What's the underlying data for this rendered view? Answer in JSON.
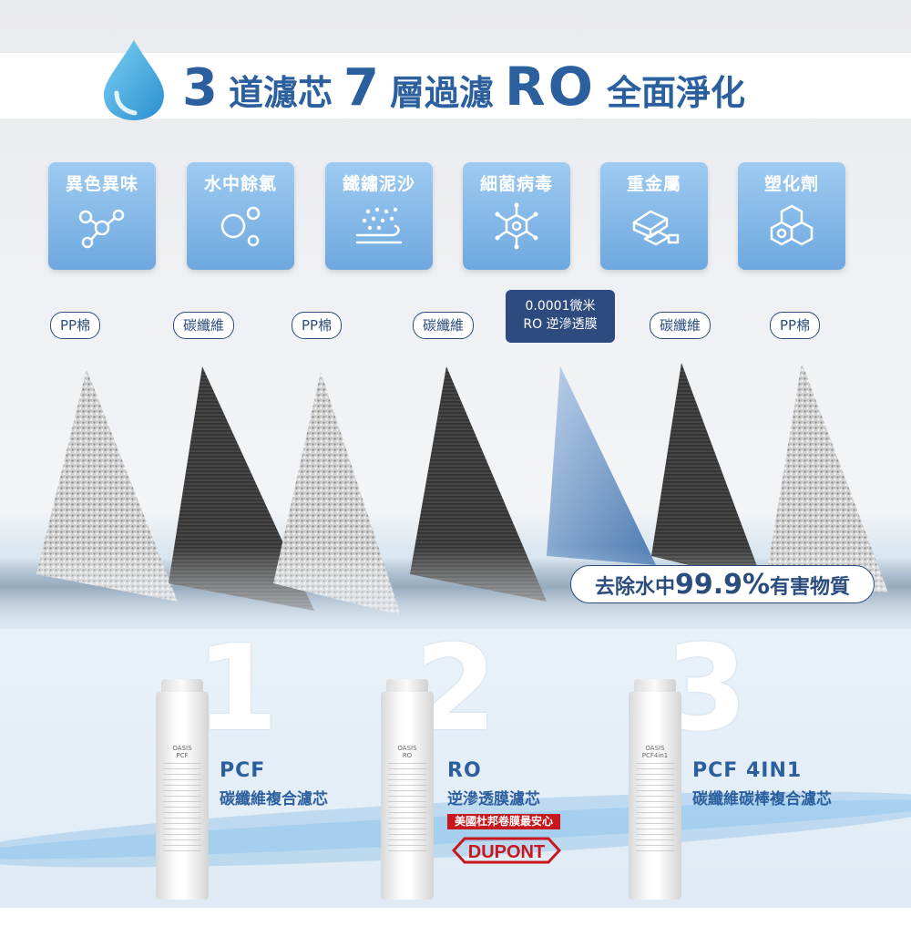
{
  "headline": {
    "num1": "3",
    "part1": "道濾芯",
    "num2": "7",
    "part2": "層過濾",
    "ro": "RO",
    "part3": "全面淨化"
  },
  "contaminants": [
    {
      "label": "異色異味",
      "icon": "molecule-icon"
    },
    {
      "label": "水中餘氯",
      "icon": "bubbles-icon"
    },
    {
      "label": "鐵鏽泥沙",
      "icon": "sediment-icon"
    },
    {
      "label": "細菌病毒",
      "icon": "virus-icon"
    },
    {
      "label": "重金屬",
      "icon": "metal-bars-icon"
    },
    {
      "label": "塑化劑",
      "icon": "hexagon-chemical-icon"
    }
  ],
  "layers": [
    {
      "label": "PP棉"
    },
    {
      "label": "碳纖維"
    },
    {
      "label": "PP棉"
    },
    {
      "label": "碳纖維"
    },
    {
      "label_line1": "0.0001微米",
      "label_line2": "RO 逆滲透膜"
    },
    {
      "label": "碳纖維"
    },
    {
      "label": "PP棉"
    }
  ],
  "removal": {
    "prefix": "去除水中",
    "percent": "99.9%",
    "suffix": "有害物質"
  },
  "products": [
    {
      "number": "1",
      "code": "PCF",
      "name": "碳纖維複合濾芯",
      "cartridge_label": "PCF"
    },
    {
      "number": "2",
      "code": "RO",
      "name": "逆滲透膜濾芯",
      "cartridge_label": "RO",
      "badge": "美國杜邦卷膜最安心",
      "logo": "DUPONT"
    },
    {
      "number": "3",
      "code": "PCF 4IN1",
      "name": "碳纖維碳棒複合濾芯",
      "cartridge_label": "PCF4in1"
    }
  ],
  "brand": "OASIS",
  "colors": {
    "primary": "#2b5f9e",
    "card_top": "#9ecbf1",
    "card_bottom": "#6ea8df",
    "pill_border": "#2b4d7e",
    "ro_pill": "#2e4b80",
    "dupont_red": "#c8171e"
  }
}
